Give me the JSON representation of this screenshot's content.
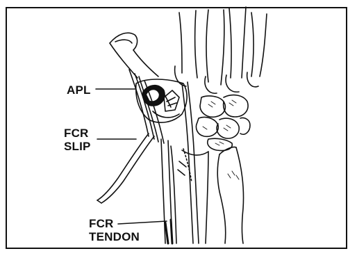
{
  "labels": {
    "apl": "APL",
    "fcr_slip": {
      "line1": "FCR",
      "line2": "SLIP"
    },
    "fcr_tendon": {
      "line1": "FCR",
      "line2": "TENDON"
    }
  },
  "colors": {
    "ink": "#111111",
    "background": "#ffffff"
  }
}
